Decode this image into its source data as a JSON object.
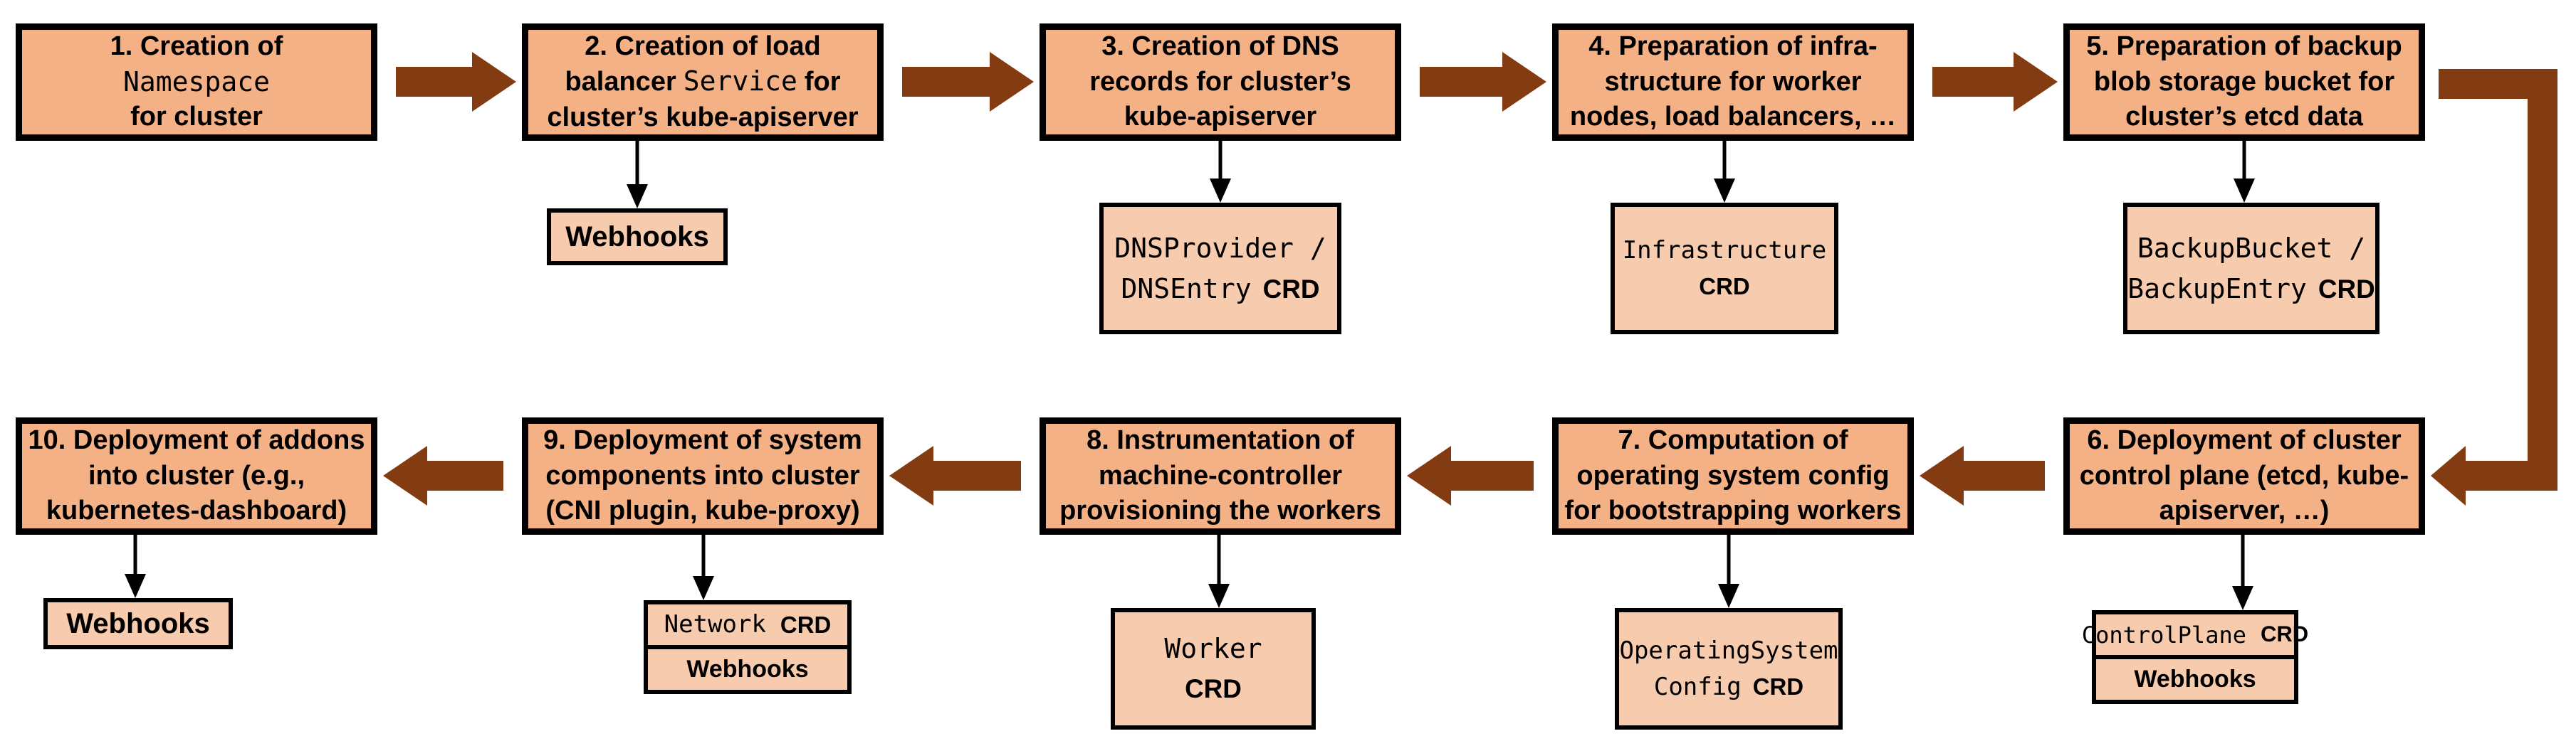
{
  "colors": {
    "step_box_fill": "#f3b185",
    "artifact_box_fill": "#f7cbad",
    "flow_arrow": "#833c12",
    "border": "#000000",
    "connector": "#000000",
    "background": "#ffffff"
  },
  "steps": [
    {
      "title_pre": "1. Creation of",
      "title_code": "Namespace",
      "title_post": "for cluster",
      "artifact": null
    },
    {
      "title_pre": "2. Creation of load balancer",
      "title_code": "Service",
      "title_post": "for cluster’s kube-apiserver",
      "artifact": {
        "text": "Webhooks"
      }
    },
    {
      "title_pre": "3. Creation of DNS records for cluster’s kube-apiserver",
      "title_code": "",
      "title_post": "",
      "artifact": {
        "line1_code": "DNSProvider /",
        "line2_code": "DNSEntry",
        "line2_label": "CRD"
      }
    },
    {
      "title_pre": "4. Preparation of infra-structure for worker nodes, load balancers, …",
      "title_code": "",
      "title_post": "",
      "artifact": {
        "line1_code": "Infrastructure",
        "line2_code": "",
        "line2_label": "CRD"
      }
    },
    {
      "title_pre": "5. Preparation of backup blob storage bucket for cluster’s etcd data",
      "title_code": "",
      "title_post": "",
      "artifact": {
        "line1_code": "BackupBucket /",
        "line2_code": "BackupEntry",
        "line2_label": "CRD"
      }
    },
    {
      "title_pre": "6. Deployment of cluster control plane (etcd, kube-apiserver, …)",
      "title_code": "",
      "title_post": "",
      "artifact": {
        "row1_code": "ControlPlane",
        "row1_label": "CRD",
        "row2_text": "Webhooks"
      }
    },
    {
      "title_pre": "7. Computation of operating system config for bootstrapping workers",
      "title_code": "",
      "title_post": "",
      "artifact": {
        "line1_code": "OperatingSystem",
        "line2_code": "Config",
        "line2_label": "CRD"
      }
    },
    {
      "title_pre": "8. Instrumentation of machine-controller provisioning the workers",
      "title_code": "",
      "title_post": "",
      "artifact": {
        "line1_code": "Worker",
        "line2_code": "",
        "line2_label": "CRD"
      }
    },
    {
      "title_pre": "9. Deployment of system components into cluster (CNI plugin, kube-proxy)",
      "title_code": "",
      "title_post": "",
      "artifact": {
        "row1_code": "Network",
        "row1_label": "CRD",
        "row2_text": "Webhooks"
      }
    },
    {
      "title_pre": "10. Deployment of addons into cluster (e.g., kubernetes-dashboard)",
      "title_code": "",
      "title_post": "",
      "artifact": {
        "text": "Webhooks"
      }
    }
  ]
}
